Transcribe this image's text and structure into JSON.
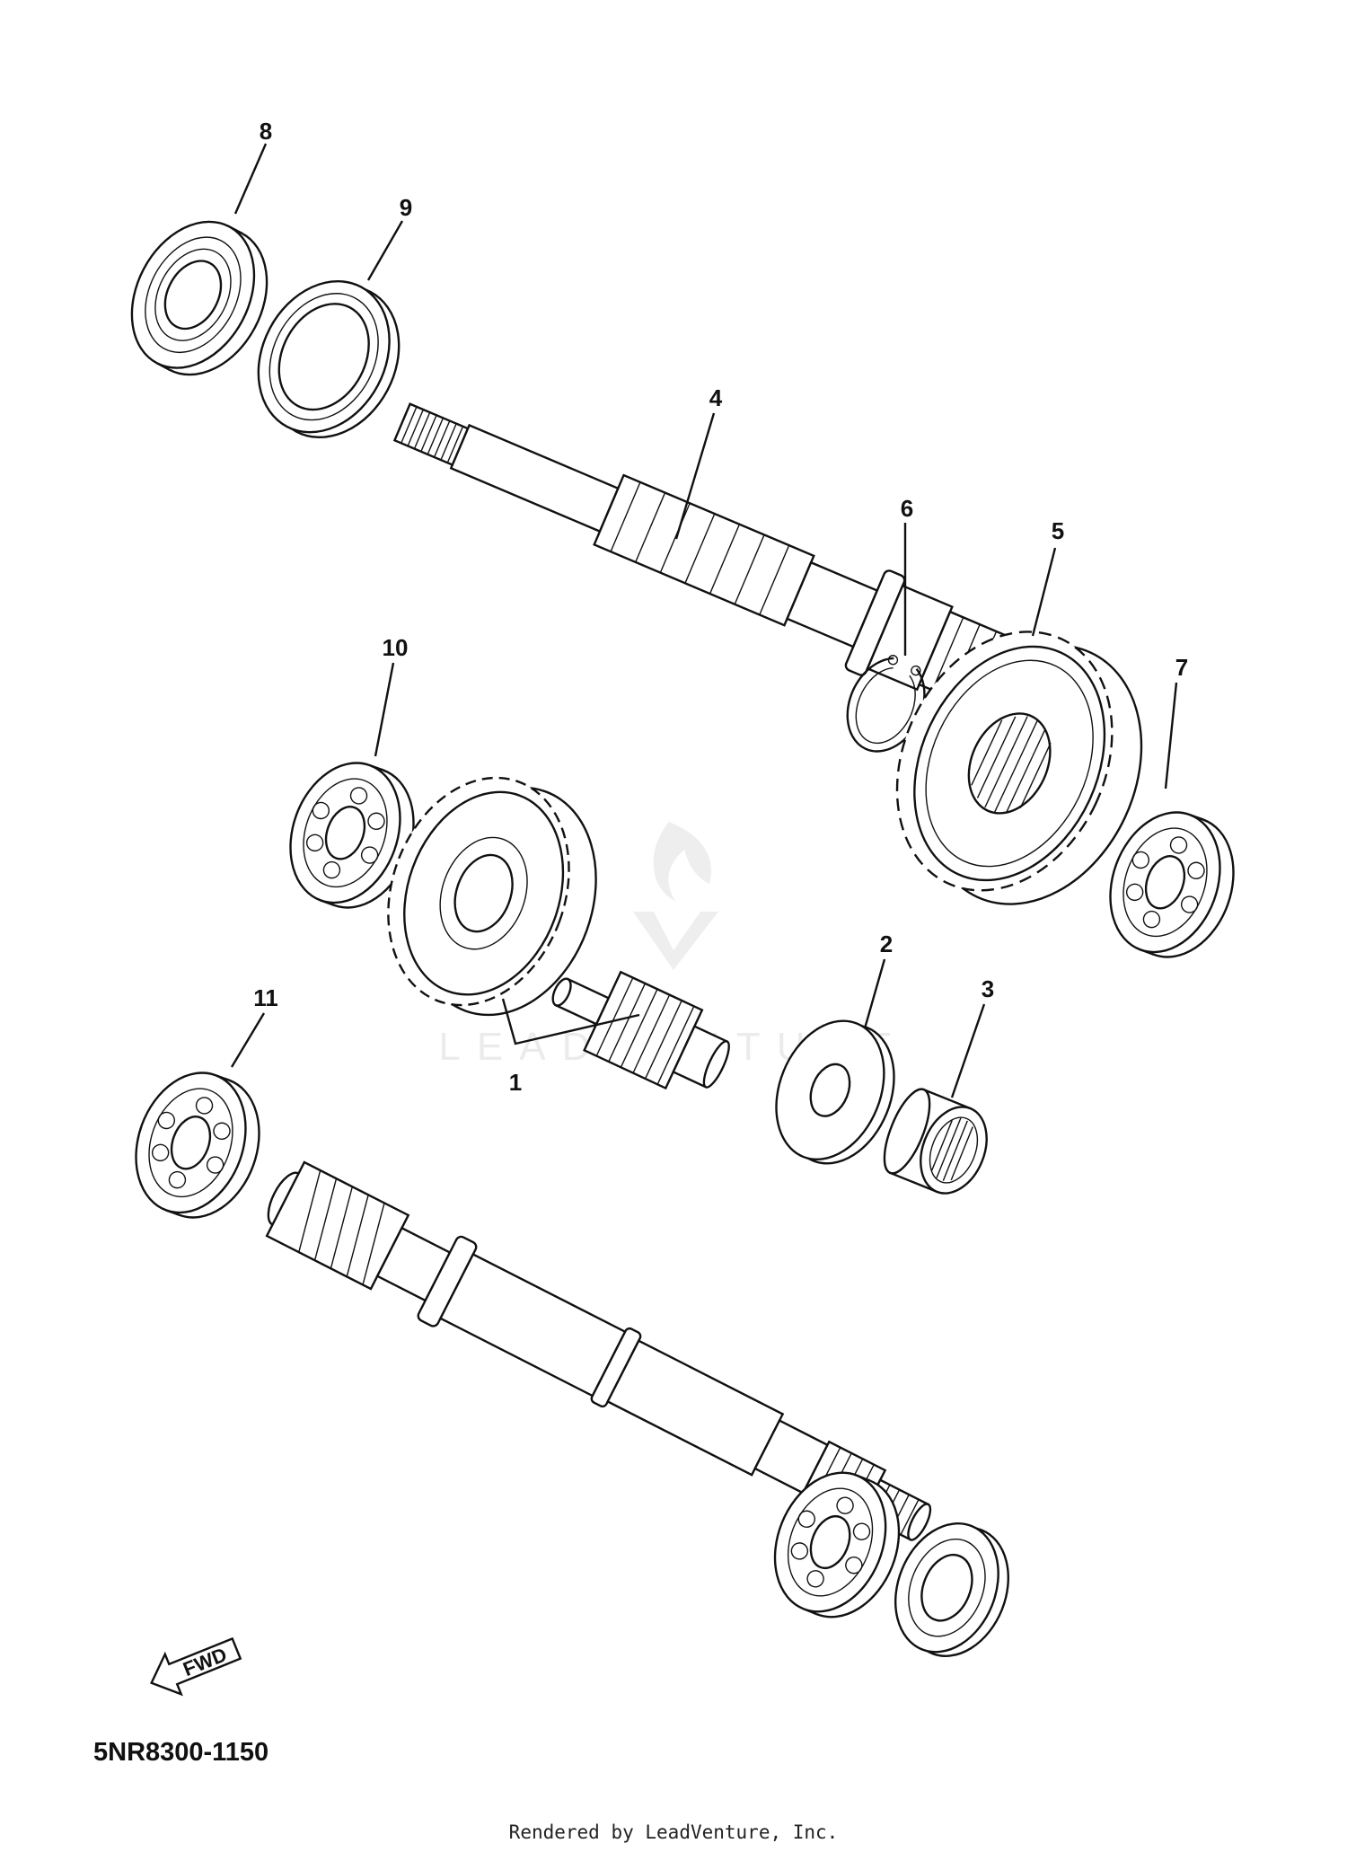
{
  "diagram": {
    "code": "5NR8300-1150",
    "rendered_by": "Rendered by LeadVenture, Inc.",
    "watermark": "LEADVENTURE",
    "fwd_label": "FWD",
    "callouts": [
      {
        "id": "8",
        "label": "8"
      },
      {
        "id": "9",
        "label": "9"
      },
      {
        "id": "4",
        "label": "4"
      },
      {
        "id": "6",
        "label": "6"
      },
      {
        "id": "5",
        "label": "5"
      },
      {
        "id": "10",
        "label": "10"
      },
      {
        "id": "7",
        "label": "7"
      },
      {
        "id": "2",
        "label": "2"
      },
      {
        "id": "3",
        "label": "3"
      },
      {
        "id": "11",
        "label": "11"
      },
      {
        "id": "1",
        "label": "1"
      }
    ],
    "colors": {
      "ink": "#111111",
      "watermark": "#d8d8d8"
    }
  }
}
